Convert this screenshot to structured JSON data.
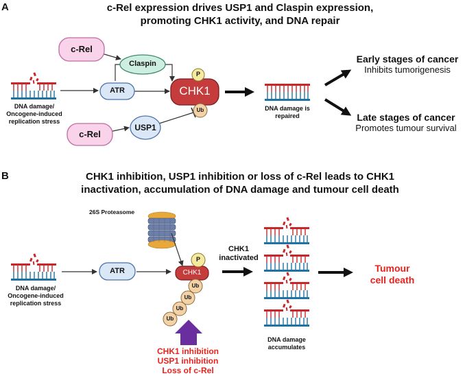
{
  "panelA": {
    "letter": "A",
    "title_line1": "c-Rel expression drives USP1 and Claspin expression,",
    "title_line2": "promoting CHK1 activity, and DNA repair",
    "crel_top": "c-Rel",
    "crel_bottom": "c-Rel",
    "claspin": "Claspin",
    "atr": "ATR",
    "chk1": "CHK1",
    "usp1": "USP1",
    "p": "P",
    "ub": "Ub",
    "dna_caption_line1": "DNA damage/",
    "dna_caption_line2": "Oncogene-induced",
    "dna_caption_line3": "replication stress",
    "repaired_line1": "DNA damage is",
    "repaired_line2": "repaired",
    "early_title": "Early stages of cancer",
    "early_desc": "Inhibits tumorigenesis",
    "late_title": "Late stages of cancer",
    "late_desc": "Promotes tumour survival"
  },
  "panelB": {
    "letter": "B",
    "title_line1": "CHK1 inhibition, USP1 inhibition or loss of c-Rel leads to CHK1",
    "title_line2": "inactivation, accumulation of DNA damage and tumour cell death",
    "proteasome": "26S Proteasome",
    "atr": "ATR",
    "chk1": "CHK1",
    "p": "P",
    "ub": "Ub",
    "dna_caption_line1": "DNA damage/",
    "dna_caption_line2": "Oncogene-induced",
    "dna_caption_line3": "replication stress",
    "inactivated_line1": "CHK1",
    "inactivated_line2": "inactivated",
    "accum_line1": "DNA damage",
    "accum_line2": "accumulates",
    "death_line1": "Tumour",
    "death_line2": "cell death",
    "inhibit_line1": "CHK1 inhibition",
    "inhibit_line2": "USP1 inhibition",
    "inhibit_line3": "Loss of c-Rel"
  },
  "colors": {
    "red_text": "#e8221d",
    "crel_fill": "#f8d3ea",
    "crel_stroke": "#c06aa4",
    "claspin_fill": "#cdeee0",
    "claspin_stroke": "#3c8c6c",
    "atr_fill": "#dae7f6",
    "atr_stroke": "#4b72a8",
    "chk1_fill": "#c53c3c",
    "p_fill": "#f5eaa0",
    "ub_fill": "#f3d2a8",
    "dna_red": "#c9262a",
    "dna_blue": "#1f73a4",
    "arrow_purple": "#6b2e9e"
  }
}
